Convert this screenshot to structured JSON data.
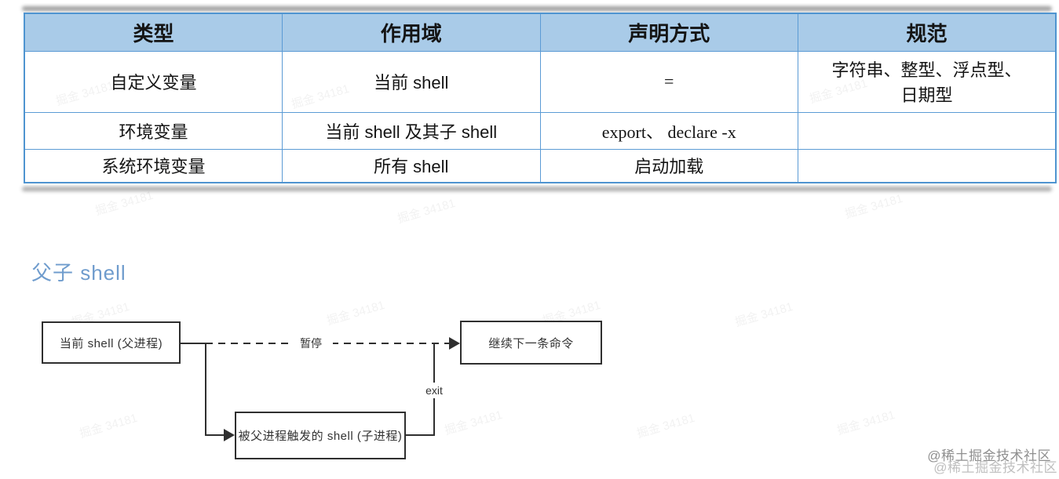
{
  "table": {
    "headers": [
      "类型",
      "作用域",
      "声明方式",
      "规范"
    ],
    "rows": [
      {
        "cells": [
          "自定义变量",
          "当前 shell",
          "=",
          "字符串、整型、浮点型、\n日期型"
        ]
      },
      {
        "cells": [
          "环境变量",
          "当前 shell 及其子 shell",
          "export、 declare -x",
          ""
        ]
      },
      {
        "cells": [
          "系统环境变量",
          "所有 shell",
          "启动加载",
          ""
        ]
      }
    ]
  },
  "section": {
    "heading": "父子 shell"
  },
  "diagram": {
    "nodes": [
      {
        "id": "parent",
        "label": "当前 shell (父进程)"
      },
      {
        "id": "next",
        "label": "继续下一条命令"
      },
      {
        "id": "child",
        "label": "被父进程触发的 shell (子进程)"
      }
    ],
    "edges": [
      {
        "from": "parent",
        "to": "next",
        "style": "dashed",
        "label": "暂停"
      },
      {
        "from": "parent",
        "to": "child",
        "style": "solid",
        "label": ""
      },
      {
        "from": "child",
        "to": "next",
        "style": "solid",
        "label": "exit"
      }
    ],
    "edge_labels": {
      "pause": "暂停",
      "exit": "exit"
    }
  },
  "watermark": {
    "text": "掘金 34181",
    "credit": "@稀土掘金技术社区"
  },
  "colors": {
    "table_border": "#5b9bd5",
    "header_bg": "#a9cbe8",
    "heading_blue": "#6f9ccd",
    "diagram_line": "#2f2f2f"
  }
}
